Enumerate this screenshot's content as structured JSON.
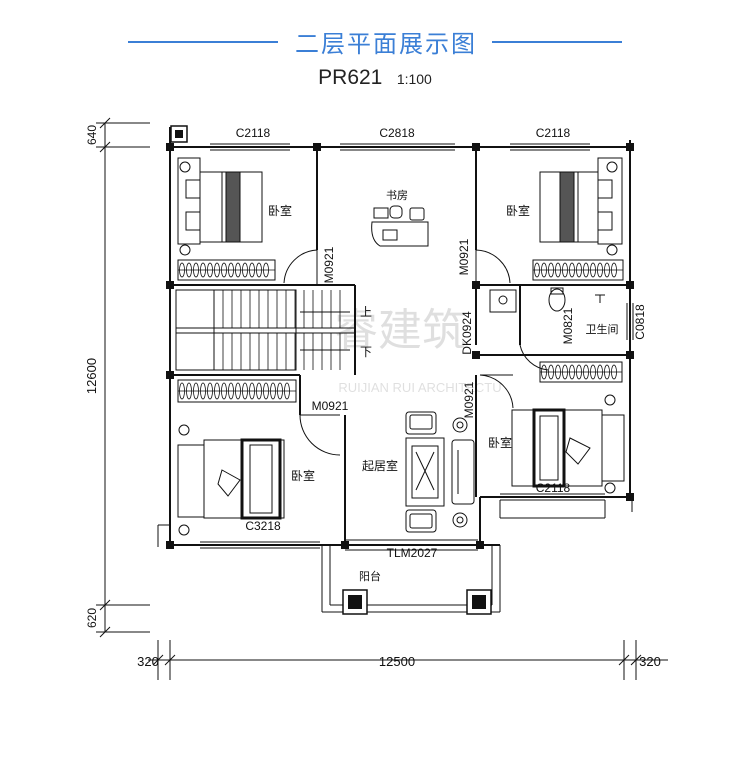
{
  "title": "二层平面展示图",
  "plan_code": "PR621",
  "scale": "1:100",
  "watermark": "睿建筑",
  "watermark_sub": "RUIJIAN RUI ARCHITECTU",
  "dimensions": {
    "top_offset": "640",
    "height_total": "12600",
    "bottom_offset": "620",
    "width_left": "320",
    "width_total": "12500",
    "width_right": "320"
  },
  "windows": {
    "top_left": "C2118",
    "top_center": "C2818",
    "top_right": "C2118",
    "right_bath": "C0818",
    "bottom_left": "C3218",
    "bottom_right": "C2118"
  },
  "doors": {
    "study_left": "M0921",
    "study_right": "M0921",
    "bath_m": "M0821",
    "dk": "DK0924",
    "bedroom_bl": "M0921",
    "bedroom_br": "M0921",
    "balcony": "TLM2027"
  },
  "rooms": {
    "bedroom_tl": "卧室",
    "study": "书房",
    "bedroom_tr": "卧室",
    "bathroom": "卫生间",
    "bedroom_bl": "卧室",
    "living": "起居室",
    "bedroom_br": "卧室",
    "balcony": "阳台"
  },
  "stairs": {
    "up": "上",
    "down": "下"
  }
}
